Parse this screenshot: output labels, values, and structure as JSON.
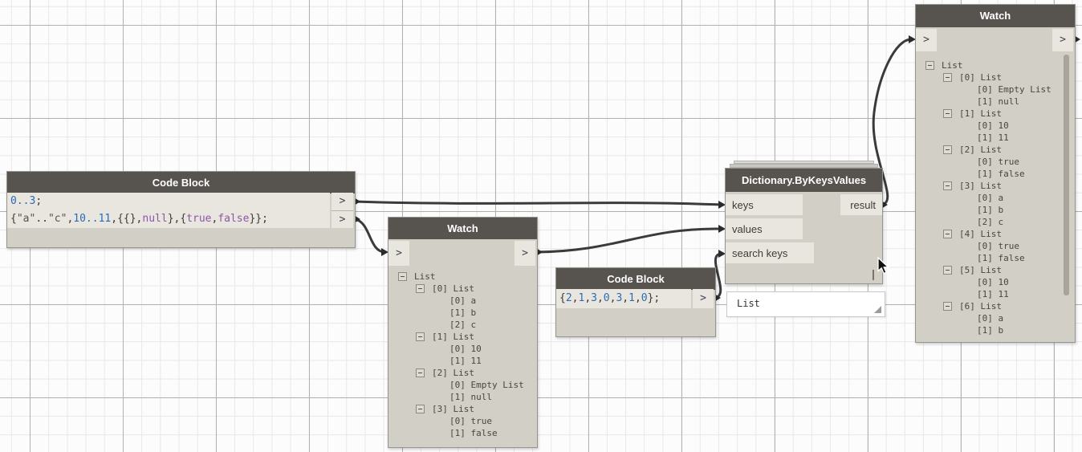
{
  "colors": {
    "canvas_bg": "#fcfcfc",
    "grid_minor": "#e8e8e8",
    "grid_major": "#b3b1ae",
    "node_header": "#57544f",
    "node_body": "#d2cfc7",
    "port_bg": "#e9e6df",
    "wire": "#3a3a3a",
    "code_number": "#2a6bb6",
    "code_keyword": "#8a57a5",
    "code_string": "#55524c",
    "code_plain": "#3c3a36",
    "header_text": "#ffffff"
  },
  "code_block_1": {
    "title": "Code Block",
    "lines": [
      [
        [
          "0..3",
          "num"
        ],
        [
          ";",
          "plain"
        ]
      ],
      [
        [
          "{",
          "plain"
        ],
        [
          "\"a\"",
          "str"
        ],
        [
          "..",
          "plain"
        ],
        [
          "\"c\"",
          "str"
        ],
        [
          ",",
          "plain"
        ],
        [
          "10..11",
          "num"
        ],
        [
          ",{{},",
          "plain"
        ],
        [
          "null",
          "kw"
        ],
        [
          "},{",
          "plain"
        ],
        [
          "true",
          "kw"
        ],
        [
          ",",
          "plain"
        ],
        [
          "false",
          "kw"
        ],
        [
          "}};",
          "plain"
        ]
      ]
    ],
    "output_ports": [
      ">",
      ">"
    ]
  },
  "code_block_2": {
    "title": "Code Block",
    "lines": [
      [
        [
          "{",
          "plain"
        ],
        [
          "2",
          "num"
        ],
        [
          ",",
          "plain"
        ],
        [
          "1",
          "num"
        ],
        [
          ",",
          "plain"
        ],
        [
          "3",
          "num"
        ],
        [
          ",",
          "plain"
        ],
        [
          "0",
          "num"
        ],
        [
          ",",
          "plain"
        ],
        [
          "3",
          "num"
        ],
        [
          ",",
          "plain"
        ],
        [
          "1",
          "num"
        ],
        [
          ",",
          "plain"
        ],
        [
          "0",
          "num"
        ],
        [
          "};",
          "plain"
        ]
      ]
    ],
    "output_ports": [
      ">"
    ]
  },
  "watch_mid": {
    "title": "Watch",
    "input_port": ">",
    "output_port": ">",
    "tree": [
      {
        "i": 0,
        "b": true,
        "t": "List"
      },
      {
        "i": 1,
        "b": true,
        "t": "[0] List"
      },
      {
        "i": 2,
        "b": false,
        "t": "[0] a"
      },
      {
        "i": 2,
        "b": false,
        "t": "[1] b"
      },
      {
        "i": 2,
        "b": false,
        "t": "[2] c"
      },
      {
        "i": 1,
        "b": true,
        "t": "[1] List"
      },
      {
        "i": 2,
        "b": false,
        "t": "[0] 10"
      },
      {
        "i": 2,
        "b": false,
        "t": "[1] 11"
      },
      {
        "i": 1,
        "b": true,
        "t": "[2] List"
      },
      {
        "i": 2,
        "b": false,
        "t": "[0] Empty List"
      },
      {
        "i": 2,
        "b": false,
        "t": "[1] null"
      },
      {
        "i": 1,
        "b": true,
        "t": "[3] List"
      },
      {
        "i": 2,
        "b": false,
        "t": "[0] true"
      },
      {
        "i": 2,
        "b": false,
        "t": "[1] false"
      }
    ]
  },
  "dictionary_node": {
    "title": "Dictionary.ByKeysValues",
    "inputs": [
      "keys",
      "values",
      "search keys"
    ],
    "outputs": [
      "result"
    ]
  },
  "preview_bubble": {
    "label": "List"
  },
  "watch_right": {
    "title": "Watch",
    "input_port": ">",
    "output_port": ">",
    "tree": [
      {
        "i": 0,
        "b": true,
        "t": "List"
      },
      {
        "i": 1,
        "b": true,
        "t": "[0] List"
      },
      {
        "i": 2,
        "b": false,
        "t": "[0] Empty List"
      },
      {
        "i": 2,
        "b": false,
        "t": "[1] null"
      },
      {
        "i": 1,
        "b": true,
        "t": "[1] List"
      },
      {
        "i": 2,
        "b": false,
        "t": "[0] 10"
      },
      {
        "i": 2,
        "b": false,
        "t": "[1] 11"
      },
      {
        "i": 1,
        "b": true,
        "t": "[2] List"
      },
      {
        "i": 2,
        "b": false,
        "t": "[0] true"
      },
      {
        "i": 2,
        "b": false,
        "t": "[1] false"
      },
      {
        "i": 1,
        "b": true,
        "t": "[3] List"
      },
      {
        "i": 2,
        "b": false,
        "t": "[0] a"
      },
      {
        "i": 2,
        "b": false,
        "t": "[1] b"
      },
      {
        "i": 2,
        "b": false,
        "t": "[2] c"
      },
      {
        "i": 1,
        "b": true,
        "t": "[4] List"
      },
      {
        "i": 2,
        "b": false,
        "t": "[0] true"
      },
      {
        "i": 2,
        "b": false,
        "t": "[1] false"
      },
      {
        "i": 1,
        "b": true,
        "t": "[5] List"
      },
      {
        "i": 2,
        "b": false,
        "t": "[0] 10"
      },
      {
        "i": 2,
        "b": false,
        "t": "[1] 11"
      },
      {
        "i": 1,
        "b": true,
        "t": "[6] List"
      },
      {
        "i": 2,
        "b": false,
        "t": "[0] a"
      },
      {
        "i": 2,
        "b": false,
        "t": "[1] b"
      }
    ]
  },
  "connections": [
    {
      "from": "code_block_1.output.0",
      "to": "dictionary_node.keys"
    },
    {
      "from": "code_block_1.output.1",
      "to": "watch_mid.input"
    },
    {
      "from": "watch_mid.output",
      "to": "dictionary_node.values"
    },
    {
      "from": "code_block_2.output.0",
      "to": "dictionary_node.search keys"
    },
    {
      "from": "dictionary_node.result",
      "to": "watch_right.input"
    }
  ]
}
